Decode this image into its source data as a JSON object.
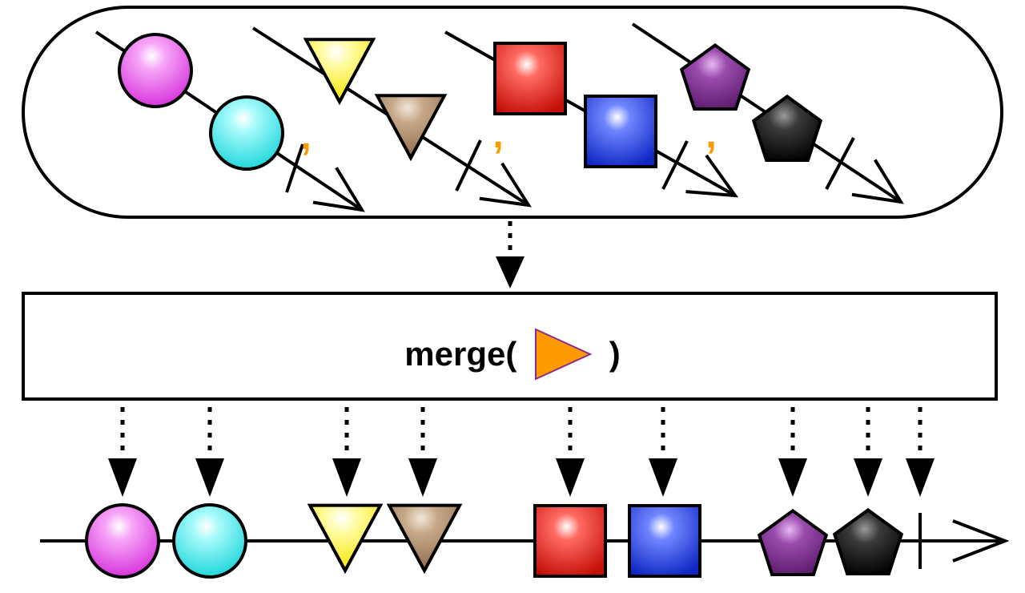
{
  "operator": {
    "name": "merge(",
    "close": ")",
    "param_icon": "orange-triangle-icon",
    "param_color": "#ff9900"
  },
  "colors": {
    "magenta": "#e14ae6",
    "cyan": "#1fe6ea",
    "yellow": "#fff21f",
    "tan": "#a98a6b",
    "red": "#e4231c",
    "blue": "#2242e2",
    "purple": "#7b2d8e",
    "black": "#222222",
    "comma": "#ff9900"
  },
  "source_observable": {
    "inner_streams": [
      {
        "items": [
          {
            "shape": "circle",
            "color": "magenta"
          },
          {
            "shape": "circle",
            "color": "cyan"
          }
        ]
      },
      {
        "items": [
          {
            "shape": "triangle",
            "color": "yellow"
          },
          {
            "shape": "triangle",
            "color": "tan"
          }
        ]
      },
      {
        "items": [
          {
            "shape": "square",
            "color": "red"
          },
          {
            "shape": "square",
            "color": "blue"
          }
        ]
      },
      {
        "items": [
          {
            "shape": "pentagon",
            "color": "purple"
          },
          {
            "shape": "pentagon",
            "color": "black"
          }
        ]
      }
    ],
    "separators": [
      ",",
      ",",
      ","
    ]
  },
  "output_stream": {
    "items": [
      {
        "shape": "circle",
        "color": "magenta"
      },
      {
        "shape": "circle",
        "color": "cyan"
      },
      {
        "shape": "triangle",
        "color": "yellow"
      },
      {
        "shape": "triangle",
        "color": "tan"
      },
      {
        "shape": "square",
        "color": "red"
      },
      {
        "shape": "square",
        "color": "blue"
      },
      {
        "shape": "pentagon",
        "color": "purple"
      },
      {
        "shape": "pentagon",
        "color": "black"
      }
    ],
    "completes": true
  }
}
